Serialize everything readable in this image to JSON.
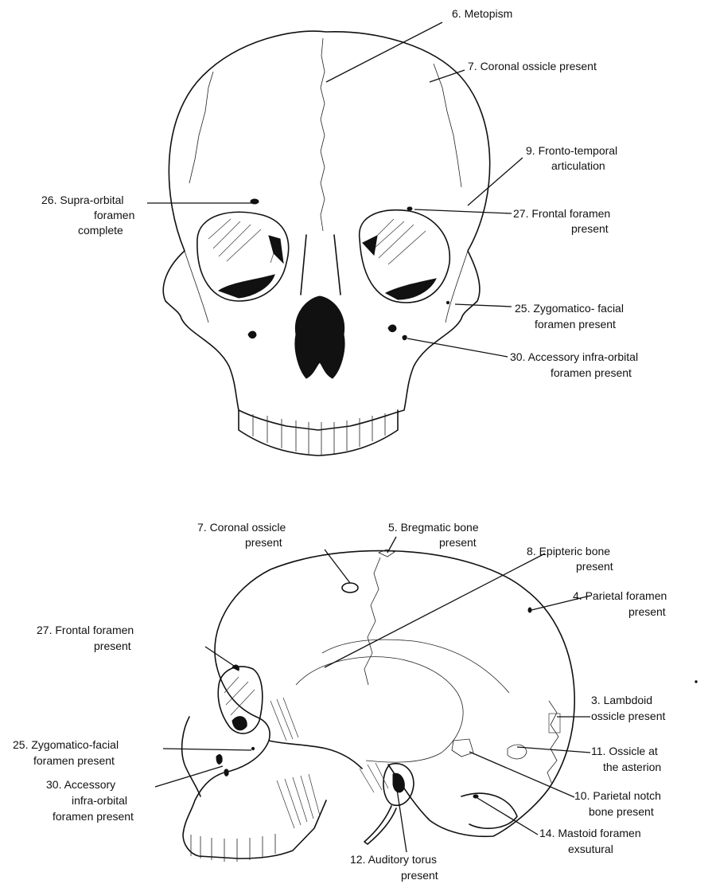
{
  "frontal_view": {
    "labels": {
      "metopism": "6. Metopism",
      "coronal_ossicle": "7. Coronal ossicle present",
      "fronto_temporal_1": "9. Fronto-temporal",
      "fronto_temporal_2": "articulation",
      "supra_orbital_1": "26. Supra-orbital",
      "supra_orbital_2": "foramen",
      "supra_orbital_3": "complete",
      "frontal_foramen_1": "27. Frontal foramen",
      "frontal_foramen_2": "present",
      "zygomatico_facial_1": "25. Zygomatico- facial",
      "zygomatico_facial_2": "foramen present",
      "accessory_infra_1": "30. Accessory infra-orbital",
      "accessory_infra_2": "foramen present"
    }
  },
  "lateral_view": {
    "labels": {
      "coronal_ossicle_1": "7. Coronal ossicle",
      "coronal_ossicle_2": "present",
      "bregmatic_1": "5. Bregmatic bone",
      "bregmatic_2": "present",
      "epipteric_1": "8. Epipteric bone",
      "epipteric_2": "present",
      "parietal_foramen_1": "4. Parietal foramen",
      "parietal_foramen_2": "present",
      "frontal_foramen_1": "27. Frontal foramen",
      "frontal_foramen_2": "present",
      "lambdoid_1": "3. Lambdoid",
      "lambdoid_2": "ossicle present",
      "asterion_1": "11. Ossicle at",
      "asterion_2": "the asterion",
      "zygomatico_facial_1": "25. Zygomatico-facial",
      "zygomatico_facial_2": "foramen present",
      "accessory_infra_1": "30. Accessory",
      "accessory_infra_2": "infra-orbital",
      "accessory_infra_3": "foramen present",
      "parietal_notch_1": "10. Parietal notch",
      "parietal_notch_2": "bone present",
      "mastoid_1": "14. Mastoid foramen",
      "mastoid_2": "exsutural",
      "auditory_torus_1": "12. Auditory torus",
      "auditory_torus_2": "present"
    }
  }
}
